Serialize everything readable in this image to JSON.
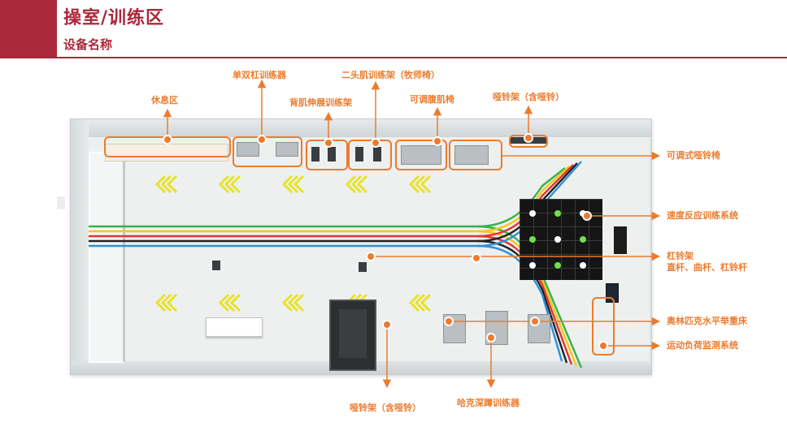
{
  "header": {
    "title": "操室/训练区",
    "subtitle": "设备名称"
  },
  "colors": {
    "brand": "#a9283a",
    "accent": "#ec7b2d",
    "lane_green": "#34b24a",
    "lane_yellow": "#f3c81b",
    "lane_red": "#e3342f",
    "lane_black": "#222222",
    "lane_blue": "#2f8fd8",
    "chevron": "#e7e22a",
    "dot_white": "#ffffff",
    "dot_green": "#6fe24a"
  },
  "labels": {
    "rest_area": "休息区",
    "parallel_bars": "单双杠训练器",
    "back_extension": "背肌伸展训练架",
    "biceps_rack": "二头肌训练架（牧师椅）",
    "ab_bench": "可调腹肌椅",
    "dumbbell_rack_top": "哑铃架（含哑铃）",
    "adj_bench": "可调式哑铃椅",
    "reaction_system": "速度反应训练系统",
    "barbell_rack": "杠铃架",
    "barbell_rack_sub": "直杆、曲杆、杠铃杆",
    "olympic_bench": "奥林匹克水平举重床",
    "load_monitor": "运动负荷监测系统",
    "dumbbell_rack_bottom": "哑铃架（含哑铃）",
    "hack_squat": "哈克深蹲训练器"
  },
  "icons": {
    "marker": "orange-dot-marker-icon",
    "arrow": "arrow-line-icon",
    "chevron": "chevron-left-floor-icon"
  },
  "reaction_grid": {
    "rows": [
      [
        "white",
        "green",
        "white"
      ],
      [
        "green",
        "white",
        "green"
      ],
      [
        "white",
        "green",
        "white"
      ]
    ]
  }
}
